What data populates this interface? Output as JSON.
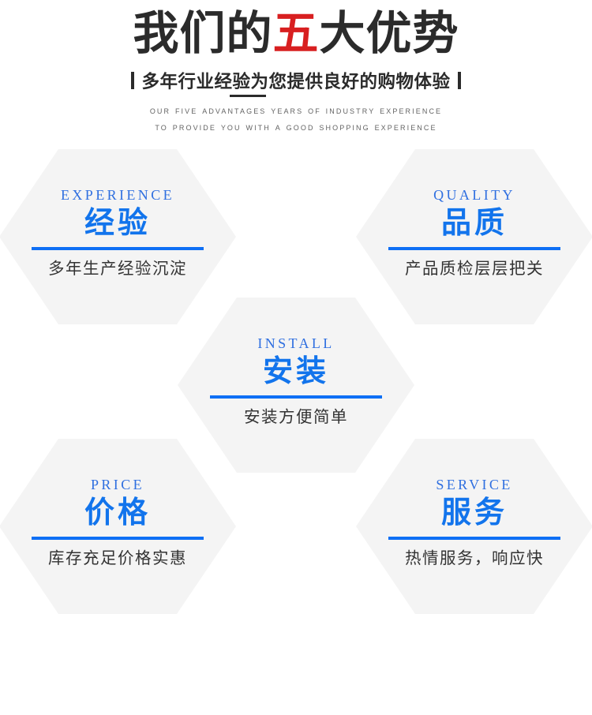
{
  "header": {
    "title_prefix": "我们的",
    "title_accent": "五",
    "title_suffix": "大优势",
    "subtitle_cn": "多年行业经验为您提供良好的购物体验",
    "subtitle_en_line1": "Our five advantages  years of industry experience",
    "subtitle_en_line2": "to provide you with a good shopping experience",
    "accent_color": "#d81f20",
    "title_color": "#2b2b2b"
  },
  "theme": {
    "hex_fill": "#f4f4f4",
    "rule_blue": "#0e6ff5",
    "cn_blue": "#1274ec",
    "en_blue": "#2f6fe0",
    "desc_color": "#333333",
    "background": "#ffffff"
  },
  "advantages": [
    {
      "id": "experience",
      "en": "EXPERIENCE",
      "cn": "经验",
      "desc": "多年生产经验沉淀"
    },
    {
      "id": "quality",
      "en": "QUALITY",
      "cn": "品质",
      "desc": "产品质检层层把关"
    },
    {
      "id": "install",
      "en": "INSTALL",
      "cn": "安装",
      "desc": "安装方便简单"
    },
    {
      "id": "price",
      "en": "PRICE",
      "cn": "价格",
      "desc": "库存充足价格实惠"
    },
    {
      "id": "service",
      "en": "SERVICE",
      "cn": "服务",
      "desc": "热情服务，响应快"
    }
  ]
}
